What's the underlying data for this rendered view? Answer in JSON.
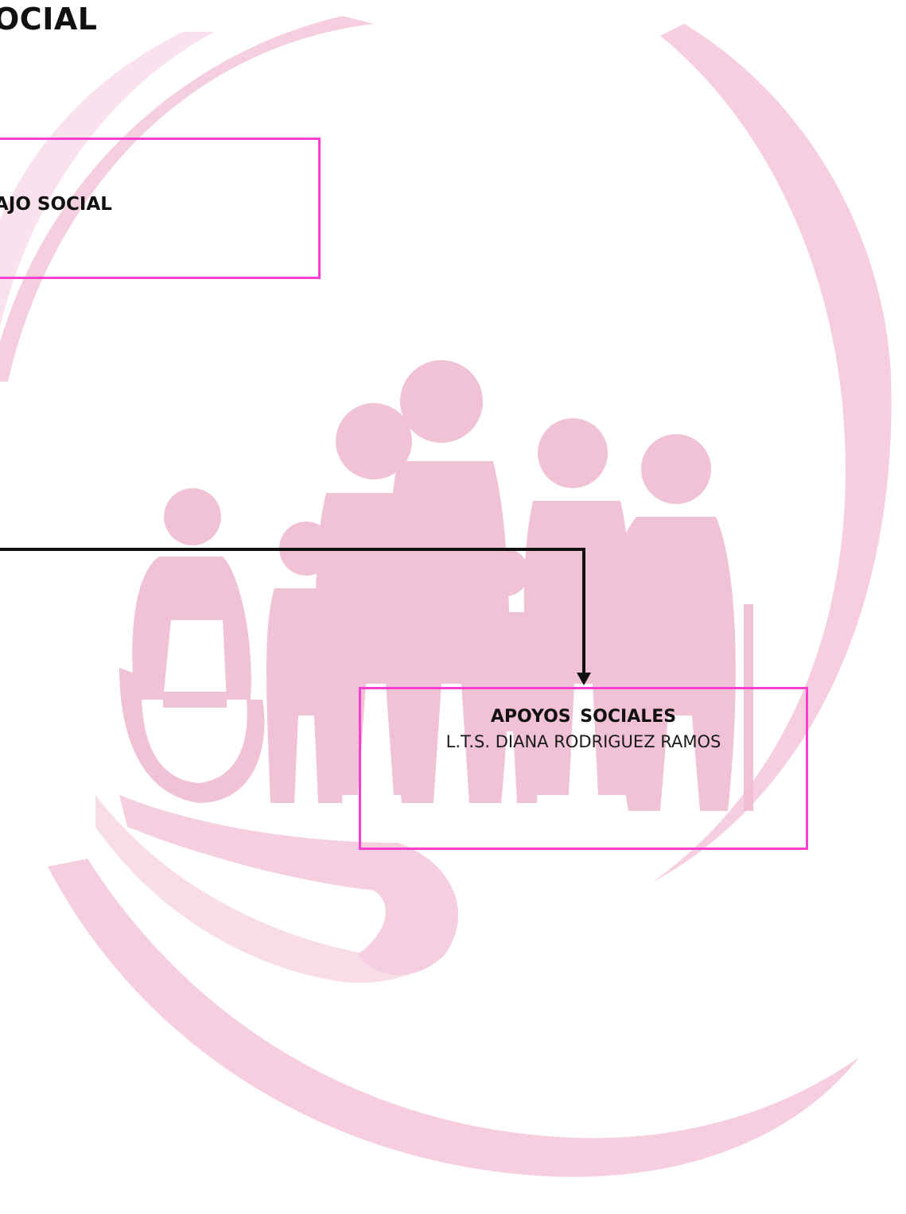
{
  "title": "OCIAL",
  "top_box": {
    "heading": "AJO SOCIAL"
  },
  "apoyos_box": {
    "heading": "APOYOS  SOCIALES",
    "person": "L.T.S. DIANA RODRIGUEZ RAMOS"
  },
  "colors": {
    "box_border": "#ff3fcf",
    "watermark": "#f4c6da",
    "connector": "#111111"
  },
  "icons": {
    "watermark": "family-hand-logo-icon"
  }
}
